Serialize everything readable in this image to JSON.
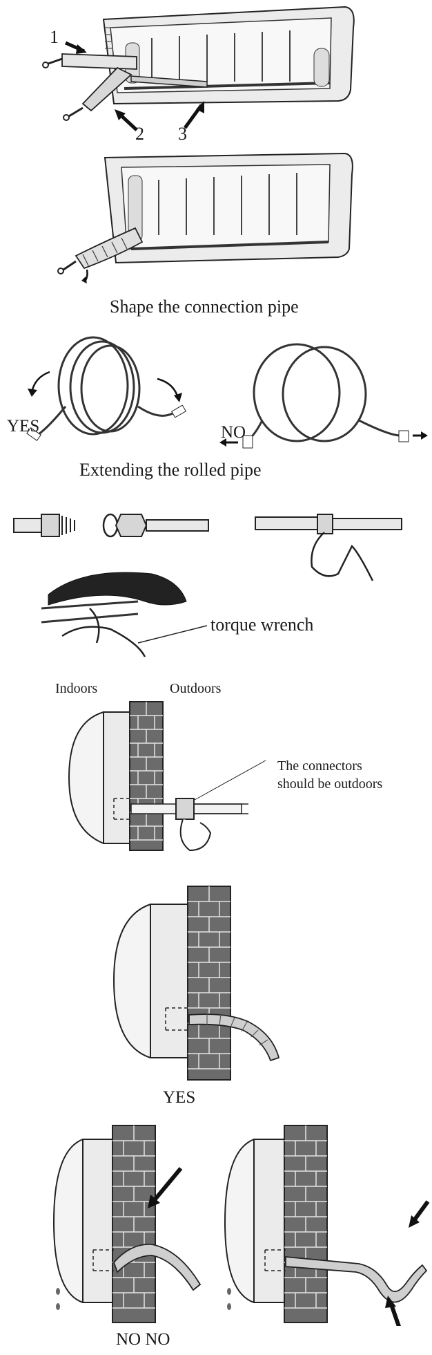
{
  "step1": {
    "callouts": [
      "1",
      "2",
      "3"
    ]
  },
  "step2": {
    "caption": "Shape the connection pipe"
  },
  "step3": {
    "yes_label": "YES",
    "no_label": "NO",
    "caption": "Extending the rolled pipe"
  },
  "step4": {
    "tool_label": "torque wrench"
  },
  "step5": {
    "indoors_label": "Indoors",
    "outdoors_label": "Outdoors",
    "note_line1": "The connectors",
    "note_line2": "should be outdoors"
  },
  "step6": {
    "verdict": "YES"
  },
  "step7": {
    "verdict": "NO NO"
  }
}
